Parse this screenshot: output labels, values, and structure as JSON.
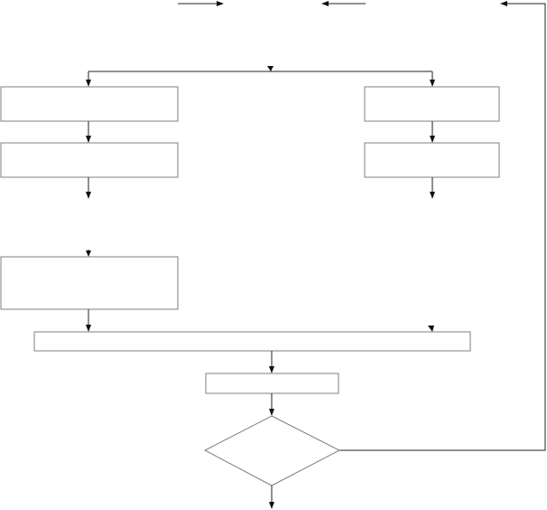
{
  "diagram": {
    "type": "flowchart",
    "nodes": [
      {
        "id": "left-box-1",
        "shape": "rect",
        "label": ""
      },
      {
        "id": "left-box-2",
        "shape": "rect",
        "label": ""
      },
      {
        "id": "left-box-3",
        "shape": "rect",
        "label": ""
      },
      {
        "id": "right-box-1",
        "shape": "rect",
        "label": ""
      },
      {
        "id": "right-box-2",
        "shape": "rect",
        "label": ""
      },
      {
        "id": "merge-bar",
        "shape": "rect",
        "label": ""
      },
      {
        "id": "process-box",
        "shape": "rect",
        "label": ""
      },
      {
        "id": "decision",
        "shape": "diamond",
        "label": ""
      }
    ],
    "edges": [
      {
        "from": "split",
        "to": "left-box-1"
      },
      {
        "from": "split",
        "to": "right-box-1"
      },
      {
        "from": "left-box-1",
        "to": "left-box-2"
      },
      {
        "from": "right-box-1",
        "to": "right-box-2"
      },
      {
        "from": "left-box-2",
        "to": "left-box-3"
      },
      {
        "from": "left-box-3",
        "to": "merge-bar"
      },
      {
        "from": "right-box-2",
        "to": "merge-bar"
      },
      {
        "from": "merge-bar",
        "to": "process-box"
      },
      {
        "from": "process-box",
        "to": "decision"
      },
      {
        "from": "decision",
        "to": "loop-back"
      },
      {
        "from": "decision",
        "to": "exit"
      }
    ]
  }
}
